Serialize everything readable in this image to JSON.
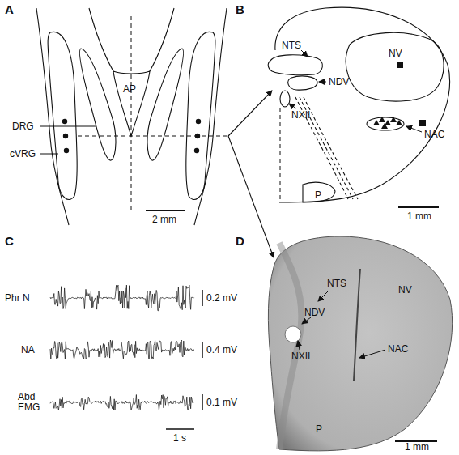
{
  "diagram": {
    "labels": [
      "A",
      "DRG",
      "cVRG",
      "AP",
      "2 mm",
      "B",
      "NTS",
      "NDV",
      "NXII",
      "NV",
      "NAC",
      "P",
      "1 mm",
      "C",
      "Phr N",
      "NA",
      "Abd EMG",
      "0.2 mV",
      "0.4 mV",
      "0.1 mV",
      "1 s",
      "D",
      "NTS",
      "NV",
      "NDV",
      "NXII",
      "NAC",
      "P",
      "1 mm"
    ]
  }
}
